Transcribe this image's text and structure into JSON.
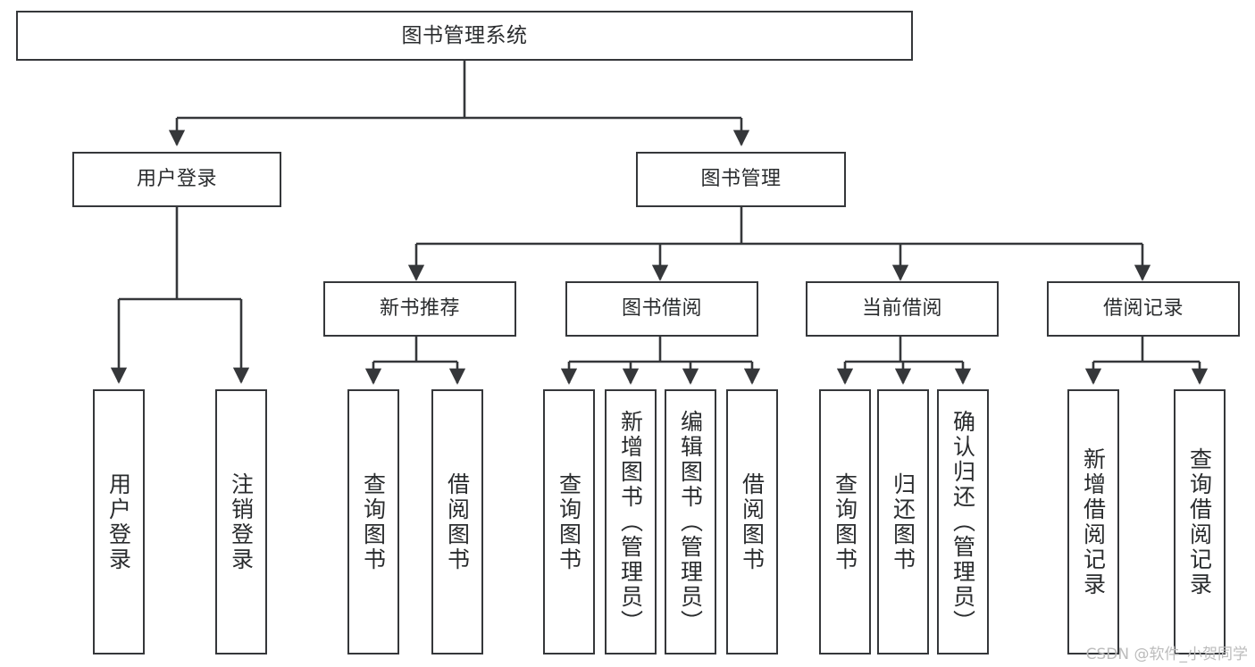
{
  "diagram": {
    "title": "图书管理系统",
    "type": "tree-hierarchy-chart",
    "line_color": "#35373a",
    "box_fill": "#ffffff",
    "text_color": "#2a2c2e"
  },
  "nodes": {
    "root": {
      "label": "图书管理系统"
    },
    "level2": [
      {
        "label": "用户登录"
      },
      {
        "label": "图书管理"
      }
    ],
    "level3": [
      {
        "label": "新书推荐"
      },
      {
        "label": "图书借阅"
      },
      {
        "label": "当前借阅"
      },
      {
        "label": "借阅记录"
      }
    ],
    "leaves_user_login": [
      {
        "label": "用户登录"
      },
      {
        "label": "注销登录"
      }
    ],
    "leaves_new_book": [
      {
        "label": "查询图书"
      },
      {
        "label": "借阅图书"
      }
    ],
    "leaves_borrow": [
      {
        "label": "查询图书"
      },
      {
        "label": "新增图书（管理员）"
      },
      {
        "label": "编辑图书（管理员）"
      },
      {
        "label": "借阅图书"
      }
    ],
    "leaves_current": [
      {
        "label": "查询图书"
      },
      {
        "label": "归还图书"
      },
      {
        "label": "确认归还（管理员）"
      }
    ],
    "leaves_record": [
      {
        "label": "新增借阅记录"
      },
      {
        "label": "查询借阅记录"
      }
    ]
  },
  "watermark": {
    "text": "CSDN @软件_小贺同学"
  }
}
